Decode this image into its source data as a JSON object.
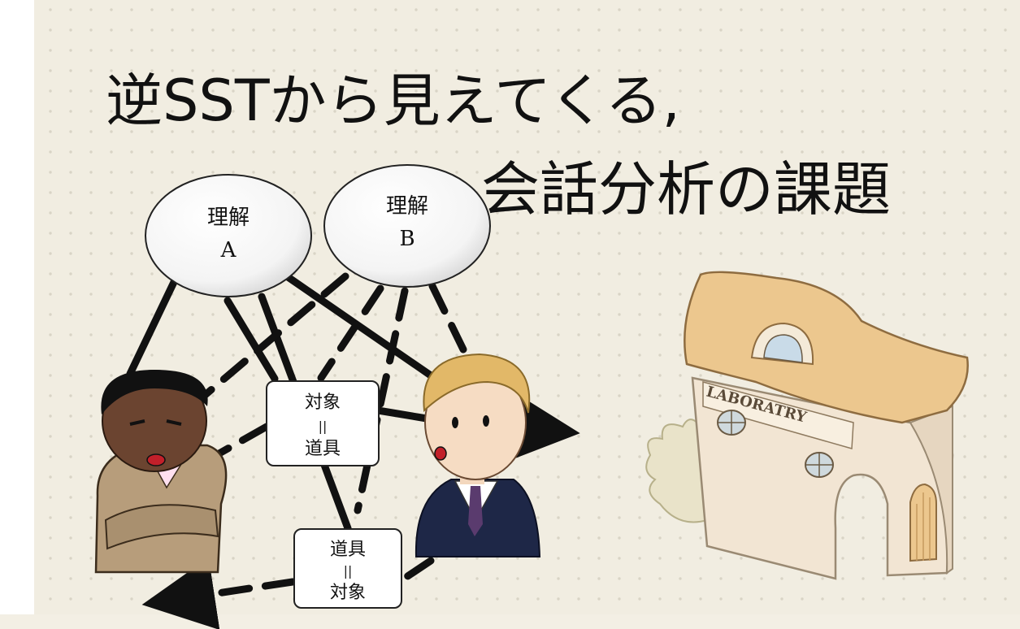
{
  "title": {
    "line1": "逆SSTから見えてくる,",
    "line2": "会話分析の課題"
  },
  "nodes": {
    "understanding_a": {
      "line1": "理解",
      "line2": "A"
    },
    "understanding_b": {
      "line1": "理解",
      "line2": "B"
    },
    "box_upper": {
      "line1": "対象",
      "line2": "||",
      "line3": "道具"
    },
    "box_lower": {
      "line1": "道具",
      "line2": "||",
      "line3": "対象"
    }
  },
  "building": {
    "sign": "LABORATRY"
  },
  "colors": {
    "background": "#f1ede1",
    "dots": "#d9d4c6",
    "ink": "#111111",
    "roof": "#ecc78e",
    "wall": "#f2e5d3"
  }
}
